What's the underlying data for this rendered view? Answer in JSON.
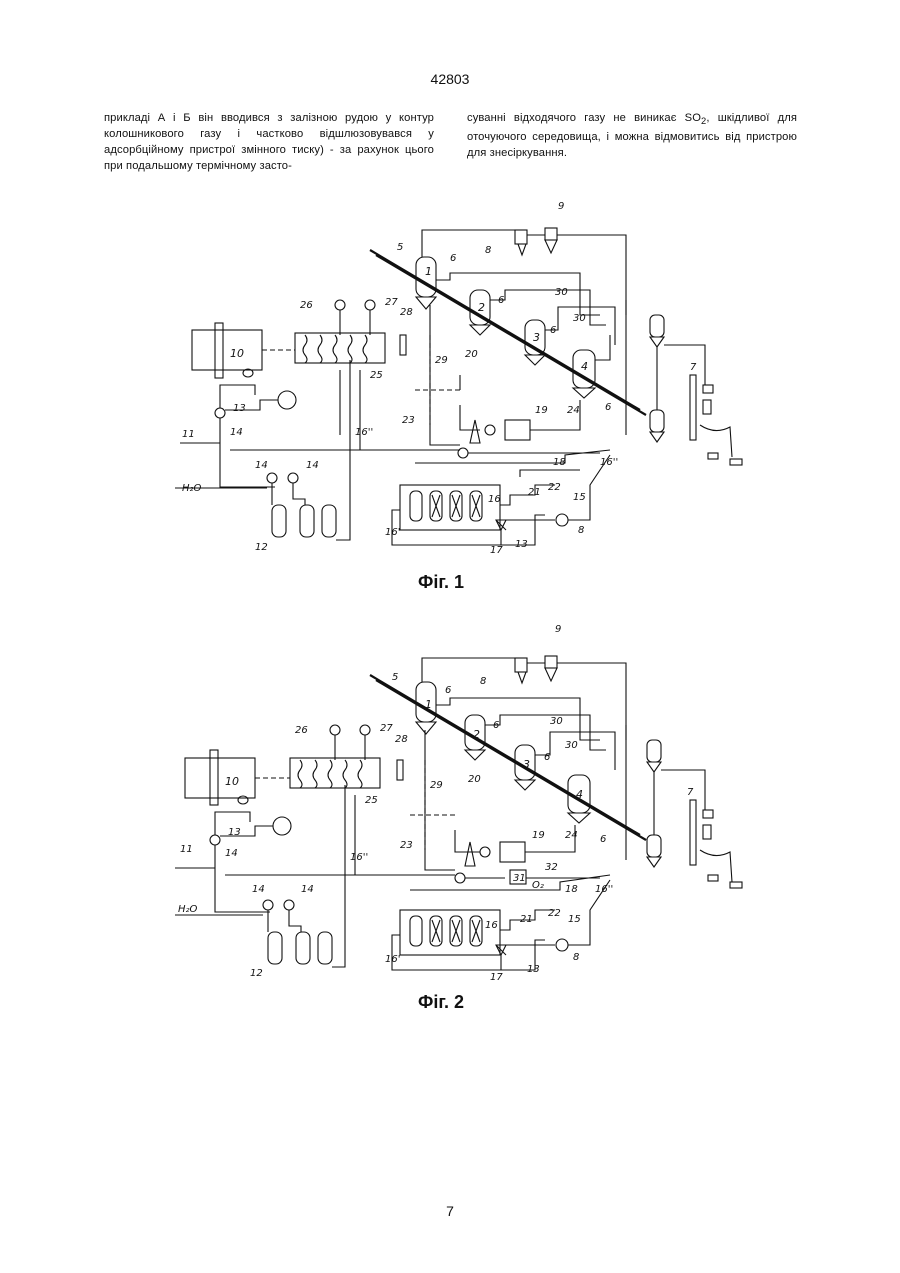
{
  "header": {
    "page_number_top": "42803"
  },
  "text": {
    "left_column": "прикладі А і Б він вводився з залізною рудою у контур колошникового газу і частково відшлюзовувався у адсорбційному пристрої змінного тиску) - за рахунок цього при подальшому термічному засто-",
    "right_column_before": "суванні відходячого газу не виникає SO",
    "right_column_sub": "2",
    "right_column_after": ", шкідливої для оточуючого середовища, і можна відмовитись від пристрою для знесіркування."
  },
  "figures": [
    {
      "caption": "Фіг. 1",
      "labels": {
        "l1": "1",
        "l2": "2",
        "l3": "3",
        "l4": "4",
        "l5": "5",
        "l6": "6",
        "l7": "7",
        "l8": "8",
        "l9": "9",
        "l10": "10",
        "l11": "11",
        "l12": "12",
        "l13": "13",
        "l14": "14",
        "l15": "15",
        "l16": "16",
        "l16p": "16'",
        "l16pp": "16''",
        "l17": "17",
        "l18": "18",
        "l19": "19",
        "l20": "20",
        "l21": "21",
        "l22": "22",
        "l23": "23",
        "l24": "24",
        "l25": "25",
        "l26": "26",
        "l27": "27",
        "l28": "28",
        "l29": "29",
        "l30": "30",
        "h2o": "H₂O"
      }
    },
    {
      "caption": "Фіг. 2",
      "labels": {
        "l1": "1",
        "l2": "2",
        "l3": "3",
        "l4": "4",
        "l5": "5",
        "l6": "6",
        "l7": "7",
        "l8": "8",
        "l9": "9",
        "l10": "10",
        "l11": "11",
        "l12": "12",
        "l13": "13",
        "l14": "14",
        "l15": "15",
        "l16": "16",
        "l16p": "16'",
        "l16pp": "16''",
        "l17": "17",
        "l18": "18",
        "l19": "19",
        "l20": "20",
        "l21": "21",
        "l22": "22",
        "l23": "23",
        "l24": "24",
        "l25": "25",
        "l26": "26",
        "l27": "27",
        "l28": "28",
        "l29": "29",
        "l30": "30",
        "l31": "31",
        "l32": "32",
        "o2": "O₂",
        "h2o": "H₂O"
      }
    }
  ],
  "footer": {
    "page_number_bottom": "7"
  }
}
